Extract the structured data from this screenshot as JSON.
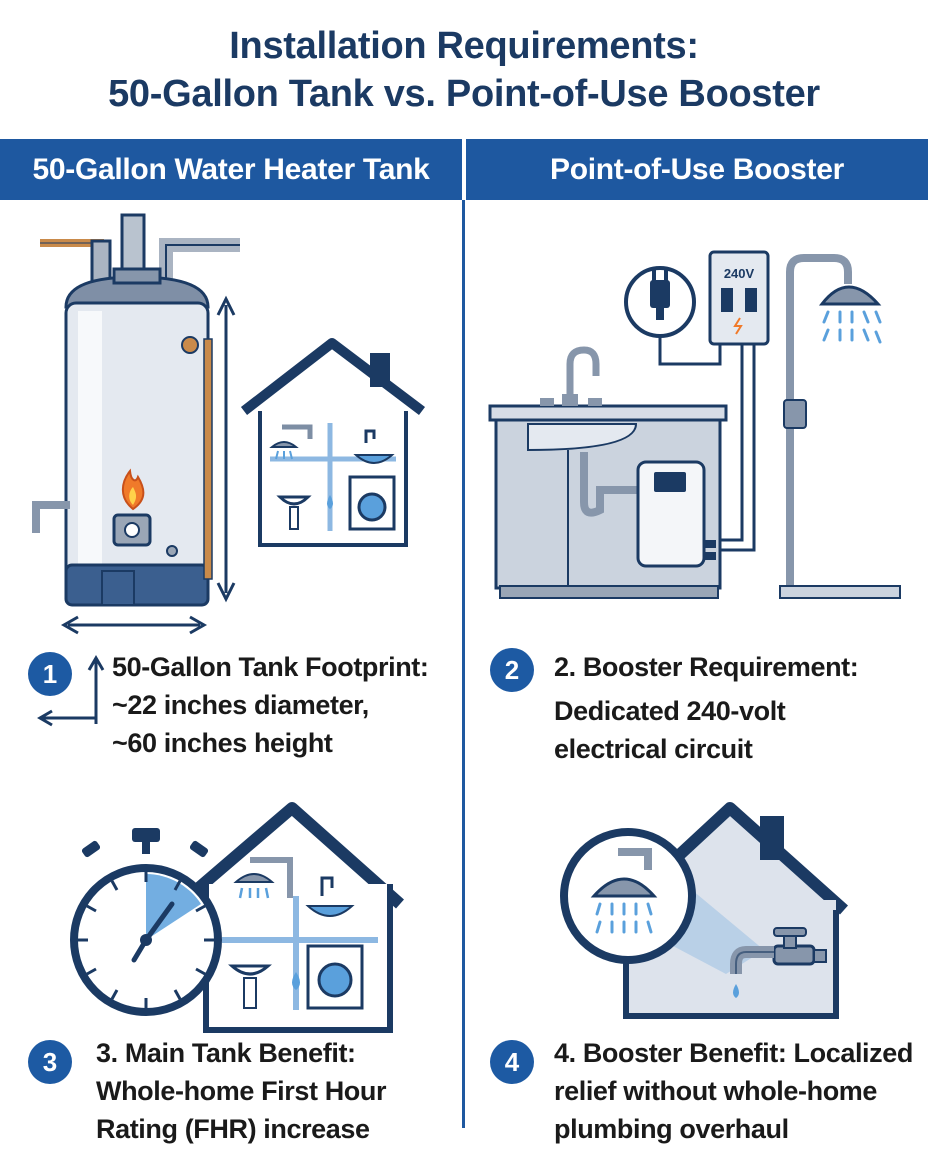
{
  "title": {
    "line1": "Installation Requirements:",
    "line2": "50-Gallon Tank vs. Point-of-Use Booster"
  },
  "columns": {
    "left_header": "50-Gallon Water Heater Tank",
    "right_header": "Point-of-Use Booster"
  },
  "panels": [
    {
      "badge": "1",
      "lines": [
        "50-Gallon Tank Footprint:",
        "~22 inches diameter,",
        "~60 inches height"
      ]
    },
    {
      "badge": "2",
      "lines": [
        "2. Booster Requirement:",
        "Dedicated 240-volt",
        "electrical circuit"
      ]
    },
    {
      "badge": "3",
      "lines": [
        "3. Main Tank Benefit:",
        "Whole-home First Hour",
        "Rating (FHR) increase"
      ]
    },
    {
      "badge": "4",
      "lines": [
        "4. Booster Benefit: Localized",
        "relief without whole-home",
        "plumbing overhaul"
      ]
    }
  ],
  "labels": {
    "breaker_voltage": "240V"
  },
  "colors": {
    "navy": "#1b3a63",
    "header_blue": "#1e58a0",
    "badge_blue": "#1d5aa3",
    "water_blue": "#5aa0dc",
    "flame_orange": "#f07a2a",
    "copper": "#c98a4a"
  }
}
